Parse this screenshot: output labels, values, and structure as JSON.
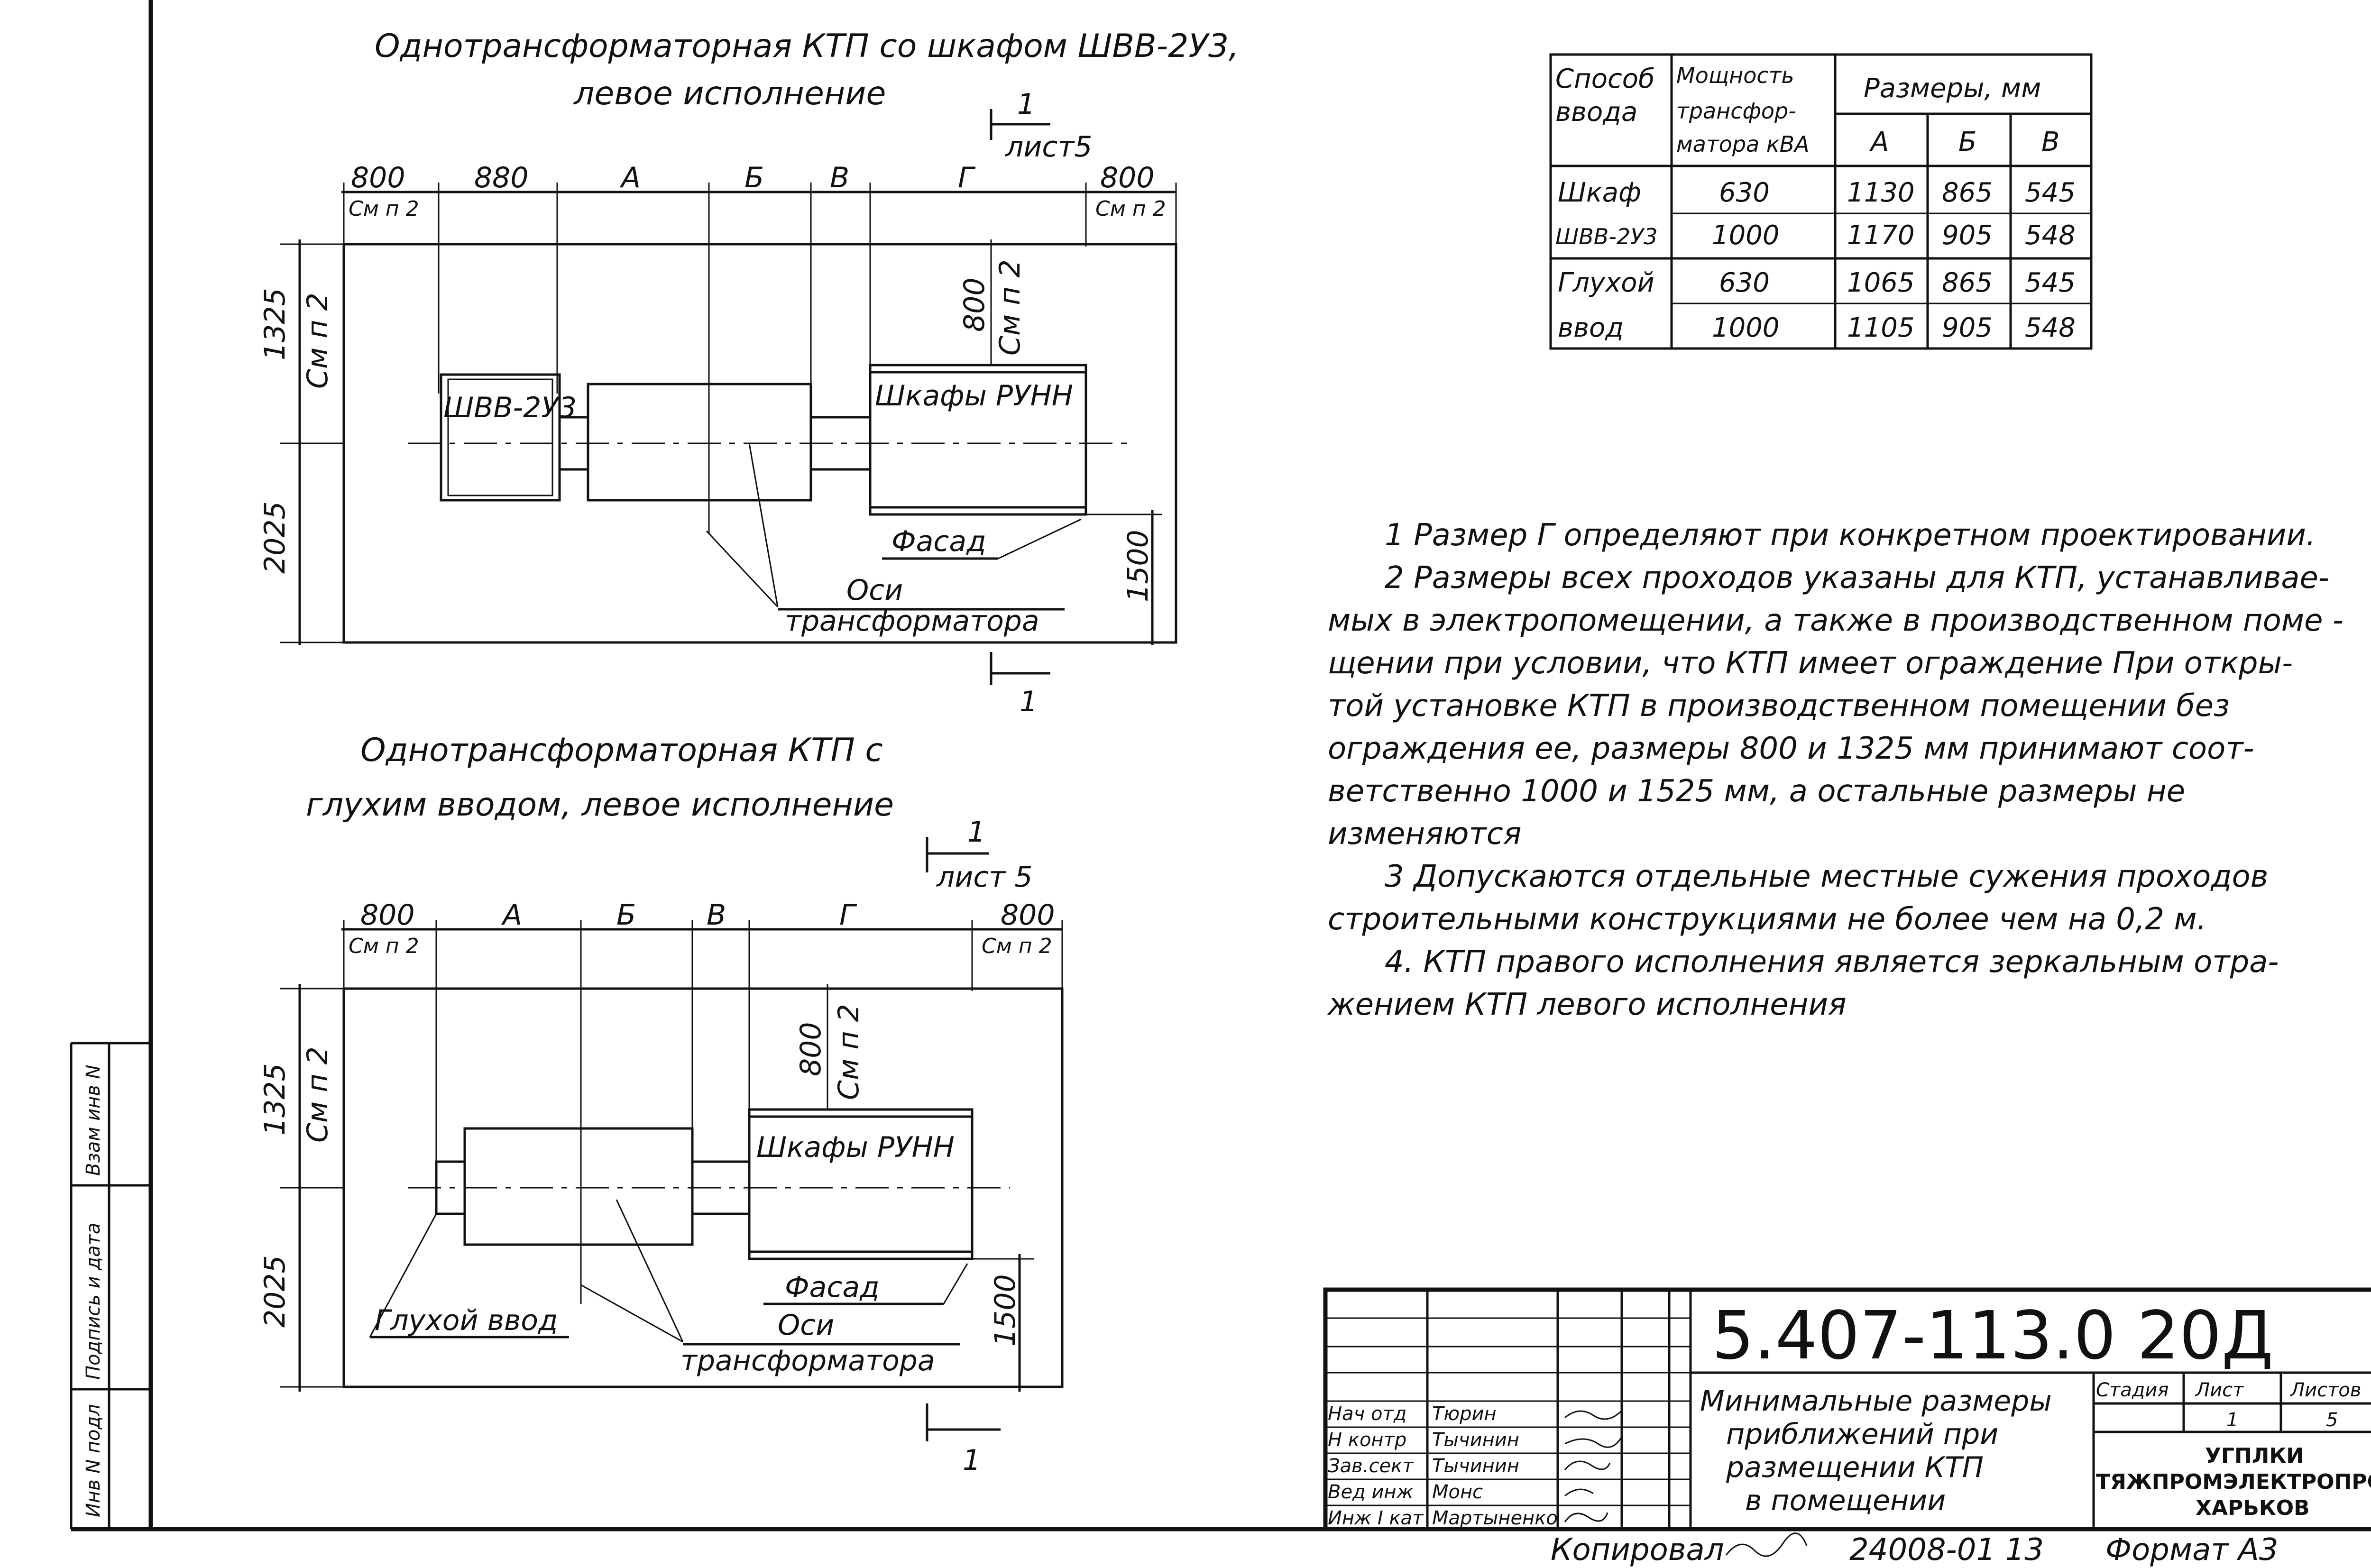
{
  "drawing1": {
    "title_line1": "Однотрансформаторная КТП со шкафом ШВВ-2У3,",
    "title_line2": "левое исполнение",
    "section_mark": "1",
    "section_sheet": "лист5",
    "section_mark_bottom": "1",
    "top_dims": [
      "800",
      "880",
      "А",
      "Б",
      "В",
      "Г",
      "800"
    ],
    "ref_left": "См п 2",
    "ref_right": "См п 2",
    "left_dim_upper": "1325",
    "left_dim_ref": "См п 2",
    "left_dim_lower": "2025",
    "inner_dim": "800",
    "inner_dim_ref": "См п 2",
    "right_dim": "1500",
    "label_cabinet": "ШВВ-2У3",
    "label_runn": "Шкафы РУНН",
    "label_facade": "Фасад",
    "label_axes": "Оси",
    "label_transformer": "трансформатора"
  },
  "drawing2": {
    "title_line1": "Однотрансформаторная КТП с",
    "title_line2": "глухим вводом, левое исполнение",
    "section_mark": "1",
    "section_sheet": "лист 5",
    "section_mark_bottom": "1",
    "top_dims": [
      "800",
      "А",
      "Б",
      "В",
      "Г",
      "800"
    ],
    "ref_left": "См п 2",
    "ref_right": "См п 2",
    "left_dim_upper": "1325",
    "left_dim_ref": "См п 2",
    "left_dim_lower": "2025",
    "inner_dim": "800",
    "inner_dim_ref": "См п 2",
    "right_dim": "1500",
    "label_runn": "Шкафы РУНН",
    "label_blind": "Глухой ввод",
    "label_facade": "Фасад",
    "label_axes": "Оси",
    "label_transformer": "трансформатора"
  },
  "table": {
    "col_method_1": "Способ",
    "col_method_2": "ввода",
    "col_power_1": "Мощность",
    "col_power_2": "трансфор-",
    "col_power_3": "матора кВА",
    "col_sizes": "Размеры, мм",
    "col_a": "А",
    "col_b": "Б",
    "col_v": "В",
    "rows": [
      {
        "m": "Шкаф",
        "p": "630",
        "a": "1130",
        "b": "865",
        "v": "545"
      },
      {
        "m": "ШВВ-2У3",
        "p": "1000",
        "a": "1170",
        "b": "905",
        "v": "548"
      },
      {
        "m": "Глухой",
        "p": "630",
        "a": "1065",
        "b": "865",
        "v": "545"
      },
      {
        "m": "ввод",
        "p": "1000",
        "a": "1105",
        "b": "905",
        "v": "548"
      }
    ]
  },
  "notes": [
    "1 Размер Г определяют при конкретном проектировании.",
    "2 Размеры всех проходов указаны для КТП, устанавливае-",
    "мых в электропомещении, а также в производственном поме -",
    "щении при условии, что КТП имеет ограждение При откры-",
    "той установке КТП в производственном помещении без",
    "ограждения ее, размеры 800 и 1325 мм принимают соот-",
    "ветственно 1000 и 1525 мм, а остальные размеры не",
    "изменяются",
    "3 Допускаются отдельные местные сужения проходов",
    "строительными конструкциями не более чем на 0,2 м.",
    "4. КТП правого исполнения является зеркальным отра-",
    "жением КТП левого исполнения"
  ],
  "side_stamp": [
    "Инв N подл",
    "Подпись и дата",
    "Взам инв N"
  ],
  "stamp": {
    "code": "5.407-113.0 20Д",
    "roles": [
      "Нач отд",
      "Н контр",
      "Зав.сект",
      "Вед инж",
      "Инж I кат"
    ],
    "names": [
      "Тюрин",
      "Тычинин",
      "Тычинин",
      "Монс",
      "Мартыненко"
    ],
    "name_line1": "Минимальные размеры",
    "name_line2": "приближений при",
    "name_line3": "размещении КТП",
    "name_line4": "в помещении",
    "stage_label": "Стадия",
    "sheet_label": "Лист",
    "sheets_label": "Листов",
    "sheet_value": "1",
    "sheets_value": "5",
    "org_line1": "УГПЛКИ",
    "org_line2": "ТЯЖПРОМЭЛЕКТРОПРОЕКТ",
    "org_line3": "ХАРЬКОВ"
  },
  "footer": {
    "copied": "Копировал",
    "order": "24008-01 13",
    "format": "Формат А3"
  }
}
